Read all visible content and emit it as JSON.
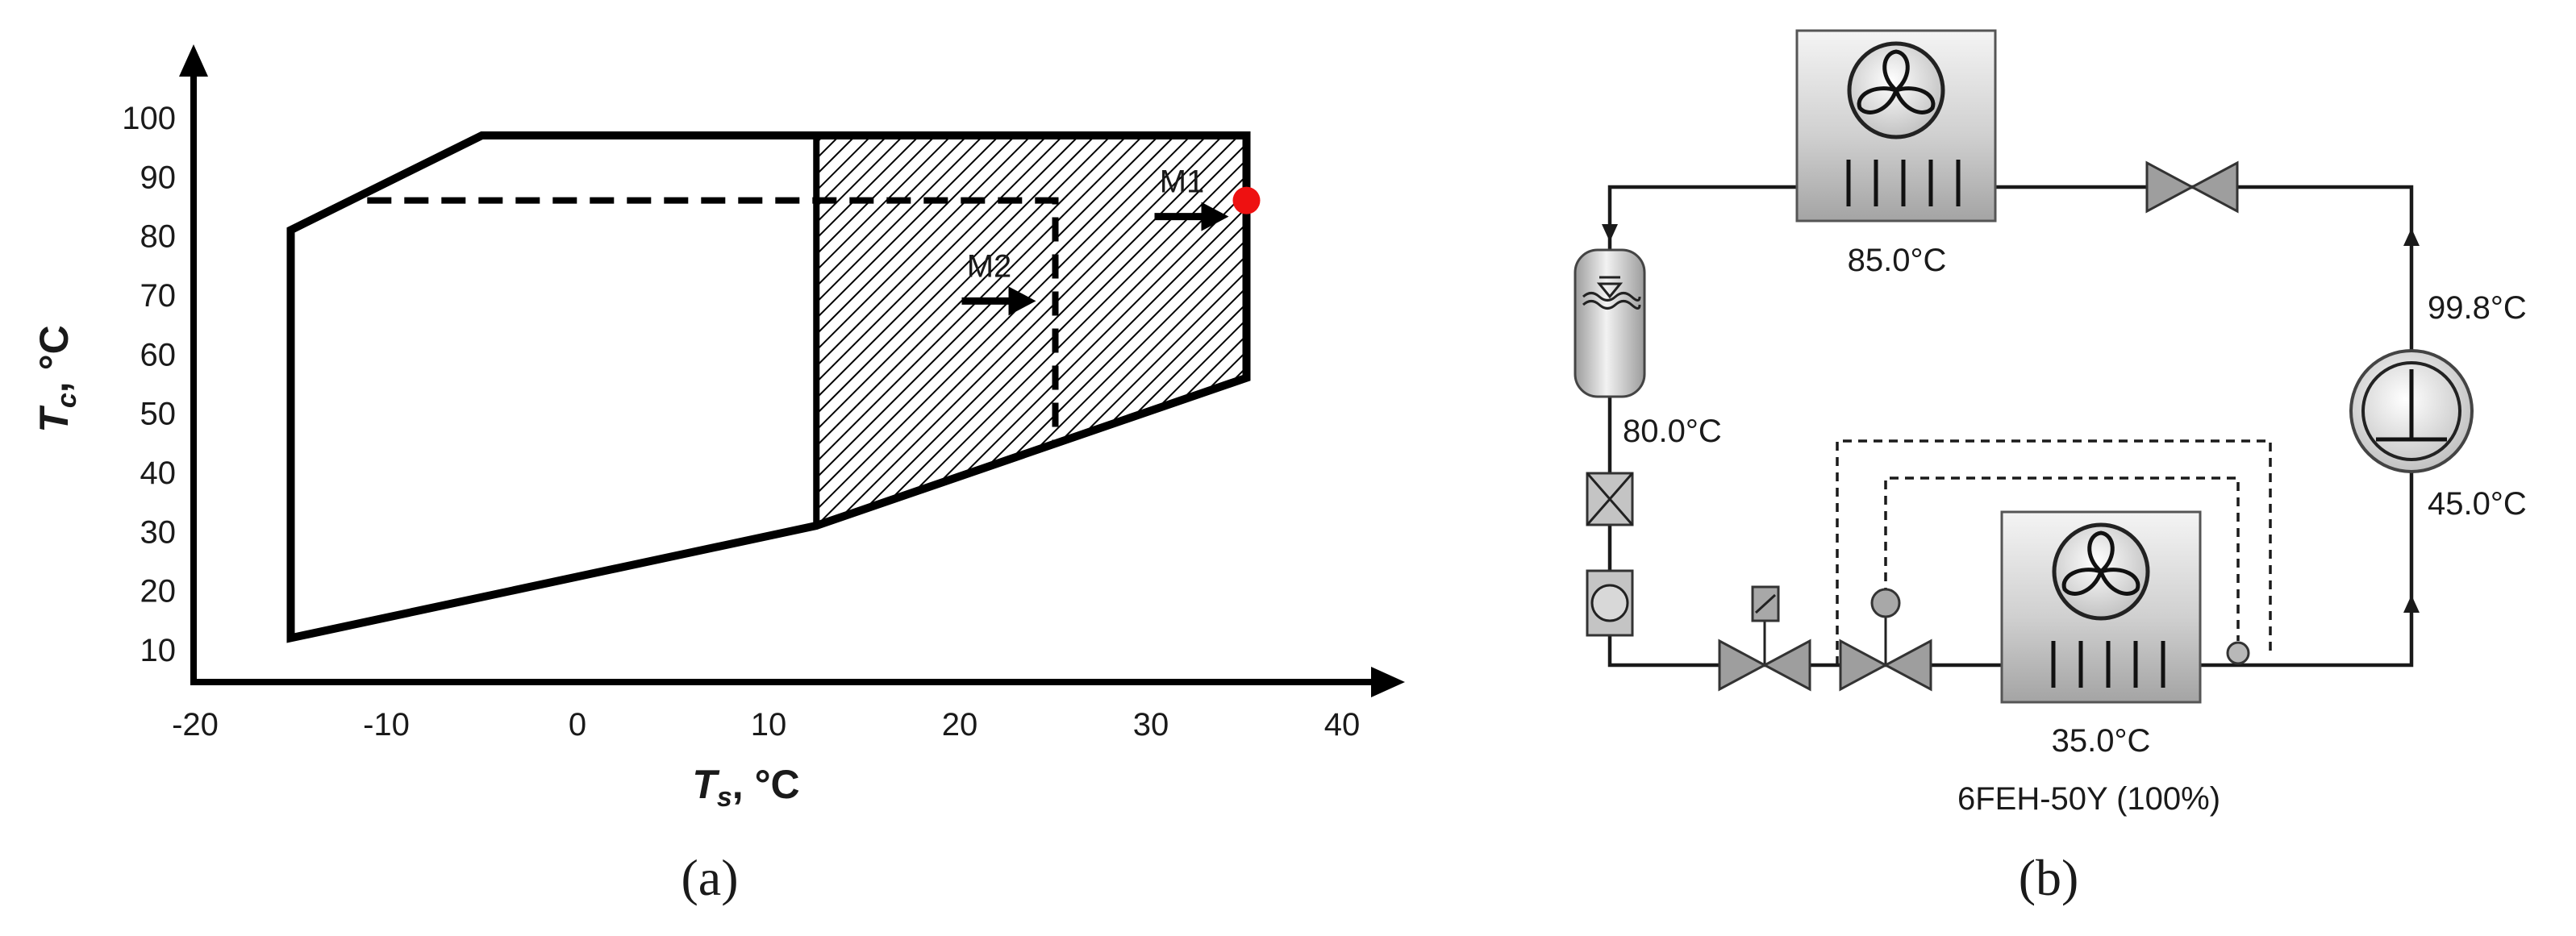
{
  "panel_a": {
    "label": "(a)",
    "ylabel": "T",
    "ylabel_sub": "c",
    "ylabel_unit": ", °C",
    "xlabel": "T",
    "xlabel_sub": "s",
    "xlabel_unit": ", °C",
    "point_labels": {
      "m1": "M1",
      "m2": "M2"
    },
    "colors": {
      "operating_point": "#ee1111",
      "line": "#000000"
    }
  },
  "chart_data": {
    "type": "area",
    "title": "",
    "xlabel": "Ts, °C",
    "ylabel": "Tc, °C",
    "xlim": [
      -20,
      40
    ],
    "ylim": [
      5,
      105
    ],
    "x_ticks": [
      -20,
      -10,
      0,
      10,
      20,
      30,
      40
    ],
    "y_ticks": [
      10,
      20,
      30,
      40,
      50,
      60,
      70,
      80,
      90,
      100
    ],
    "grid": false,
    "envelope": {
      "x": [
        -15,
        -15,
        -5,
        35,
        35,
        12.5
      ],
      "y": [
        12,
        81,
        97,
        97,
        56,
        31
      ]
    },
    "hatched_region": {
      "x": [
        12.5,
        35,
        35,
        12.5
      ],
      "y": [
        97,
        97,
        56,
        31
      ]
    },
    "dashed_paths": [
      {
        "x": [
          -11,
          25,
          25
        ],
        "y": [
          86,
          86,
          45
        ]
      }
    ],
    "points": [
      {
        "name": "M1",
        "x": 35,
        "y": 86
      },
      {
        "name": "M2",
        "x": 25,
        "y": 69
      }
    ]
  },
  "panel_b": {
    "label": "(b)",
    "condenser_temp": "85.0°C",
    "receiver_temp": "80.0°C",
    "discharge_temp": "99.8°C",
    "suction_temp": "45.0°C",
    "evaporator_temp": "35.0°C",
    "compressor_model": "6FEH-50Y (100%)"
  }
}
